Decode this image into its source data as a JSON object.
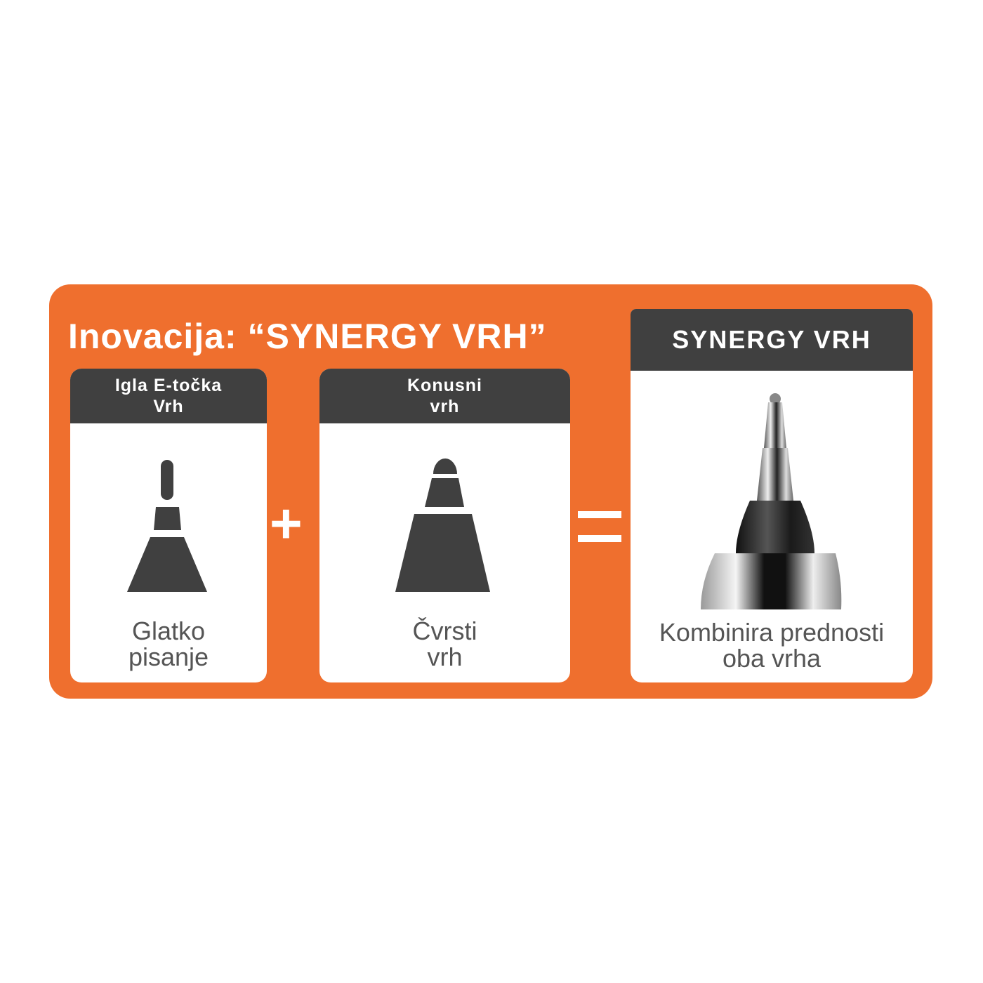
{
  "title": "Inovacija: “SYNERGY VRH”",
  "cards": [
    {
      "header_line1": "Igla  E-točka",
      "header_line2": "Vrh",
      "caption_line1": "Glatko",
      "caption_line2": "pisanje",
      "icon": "needle-tip-icon"
    },
    {
      "header_line1": "Konusni",
      "header_line2": "vrh",
      "caption_line1": "Čvrsti",
      "caption_line2": "vrh",
      "icon": "conical-tip-icon"
    },
    {
      "header": "SYNERGY VRH",
      "caption_line1": "Kombinira prednosti",
      "caption_line2": "oba vrha",
      "icon": "pen-tip-photo"
    }
  ],
  "operators": {
    "plus": "+",
    "equals": "="
  },
  "colors": {
    "orange": "#ef6f2e",
    "dark": "#404040",
    "text": "#555555"
  }
}
